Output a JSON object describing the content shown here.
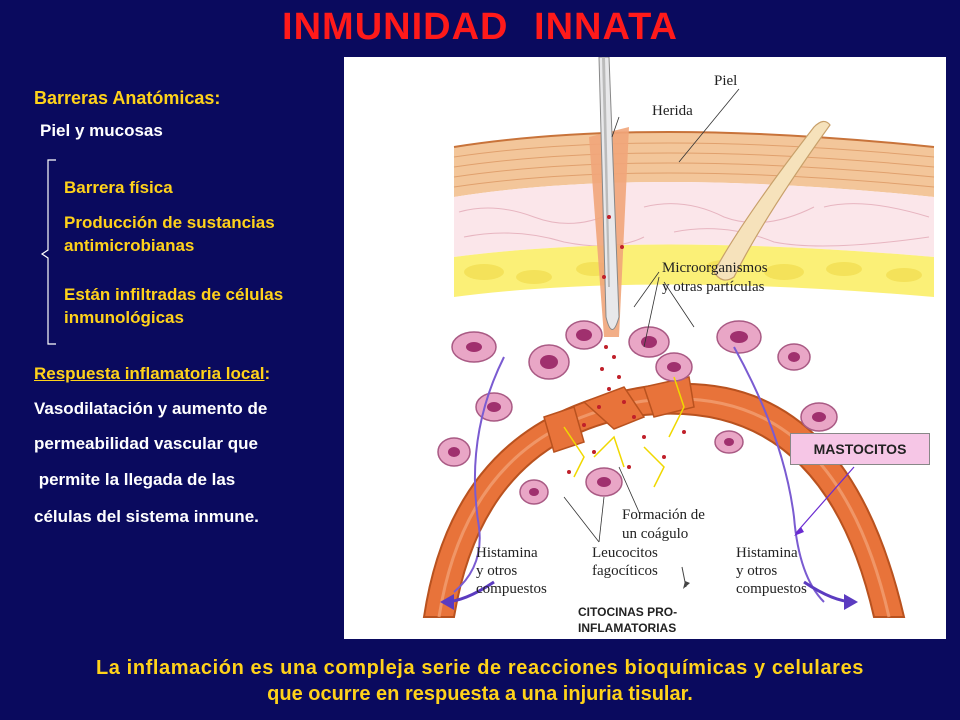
{
  "title": "INMUNIDAD   INNATA",
  "left": {
    "barreras_heading": "Barreras Anatómicas:",
    "piel_mucosas": "Piel y mucosas",
    "items": [
      "Barrera física",
      "Producción de sustancias antimicrobianas",
      "Están infiltradas de células inmunológicas"
    ],
    "respuesta_heading": "Respuesta inflamatoria local",
    "respuesta_colon": ":",
    "respuesta_lines": [
      "Vasodilatación y aumento de",
      "permeabilidad vascular que",
      " permite la llegada de las",
      "células del sistema inmune."
    ]
  },
  "figure": {
    "labels": {
      "piel": "Piel",
      "herida": "Herida",
      "microorganismos_1": "Microorganismos",
      "microorganismos_2": "y otras partículas",
      "coagulo_1": "Formación de",
      "coagulo_2": "un coágulo",
      "histamina_left_1": "Histamina",
      "histamina_left_2": "y otros",
      "histamina_left_3": "compuestos",
      "leucocitos_1": "Leucocitos",
      "leucocitos_2": "fagocíticos",
      "histamina_right_1": "Histamina",
      "histamina_right_2": "y otros",
      "histamina_right_3": "compuestos"
    },
    "mastocitos": "MASTOCITOS",
    "citocinas_1": "CITOCINAS PRO-",
    "citocinas_2": "INFLAMATORIAS"
  },
  "bottom": {
    "line1": "La inflamación es una compleja serie de reacciones bioquímicas y celulares",
    "line2": "que ocurre en respuesta a una injuria tisular."
  },
  "colors": {
    "background": "#0a0a5e",
    "title": "#ff1a1a",
    "yellow_text": "#ffd21a",
    "vessel": "#e8733a",
    "cells": "#e9a6c6",
    "mastocitos_box": "#f6c6e6"
  }
}
